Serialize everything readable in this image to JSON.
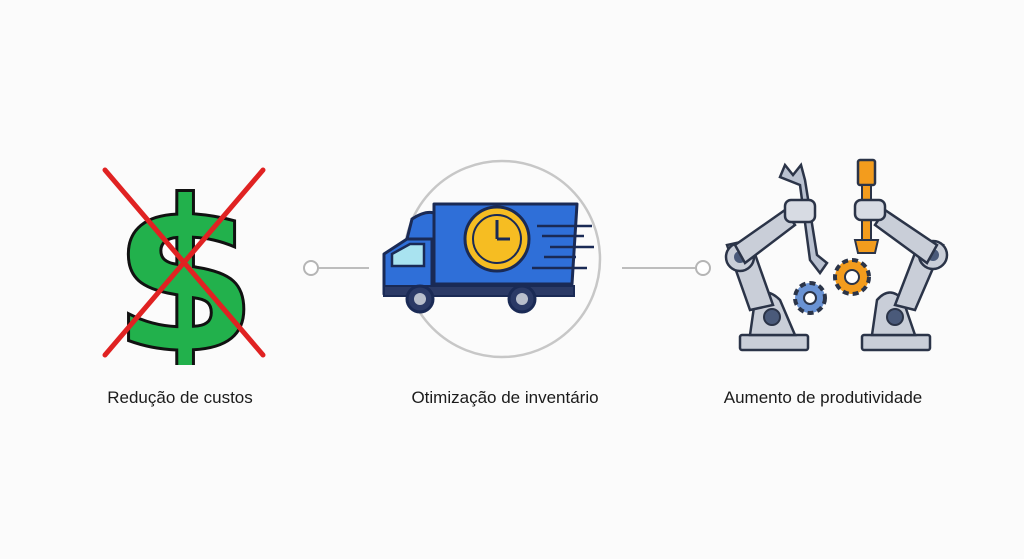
{
  "diagram": {
    "items": [
      {
        "label": "Redução de custos",
        "icon": "crossed-out-dollar-icon"
      },
      {
        "label": "Otimização de inventário",
        "icon": "delivery-truck-clock-icon"
      },
      {
        "label": "Aumento de produtividade",
        "icon": "robotic-arms-tools-icon"
      }
    ],
    "colors": {
      "dollar_green": "#22b14c",
      "cross_red": "#e02222",
      "truck_blue": "#2f6fd8",
      "clock_yellow": "#f6bd22",
      "robot_gray": "#c9ced8",
      "gear_orange": "#f39c1d",
      "gear_blue": "#6a93d4",
      "connector_gray": "#bdbdbd"
    }
  }
}
